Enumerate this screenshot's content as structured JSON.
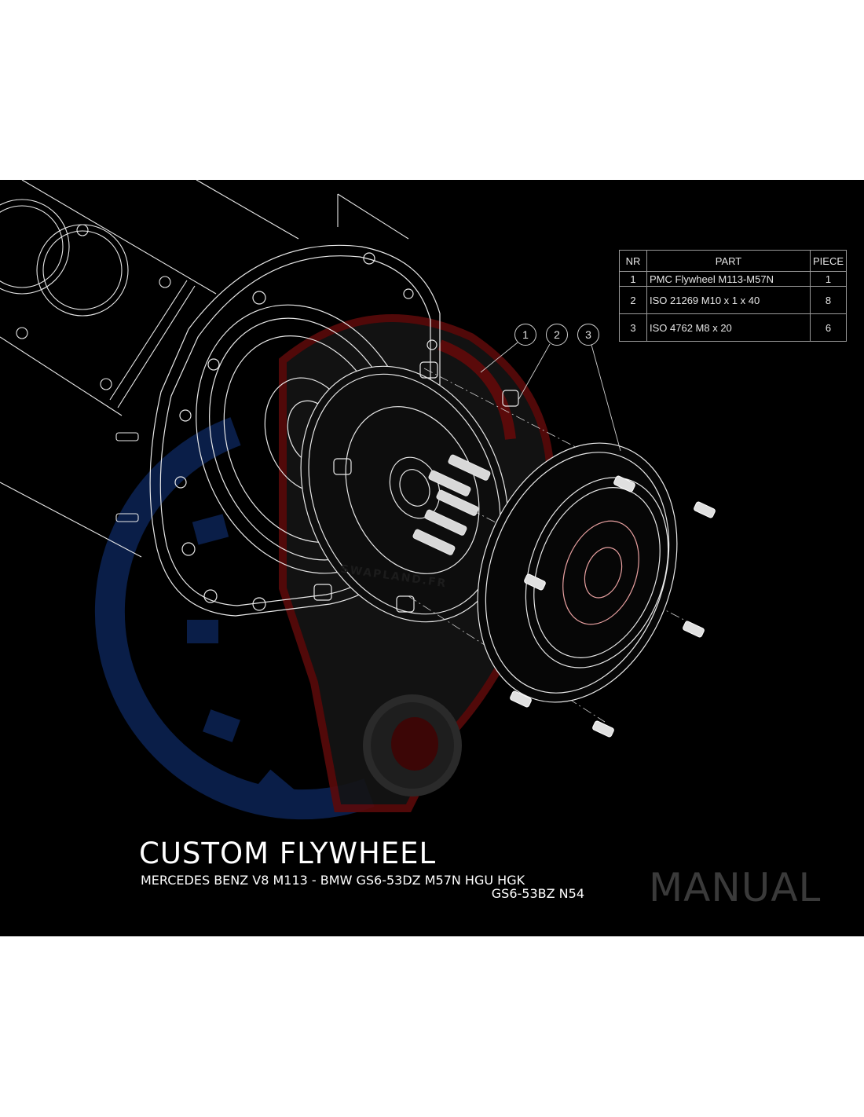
{
  "document": {
    "title": "CUSTOM FLYWHEEL",
    "subtitle_line1": "MERCEDES BENZ V8 M113 - BMW GS6-53DZ M57N HGU HGK",
    "subtitle_line2": "GS6-53BZ N54",
    "badge": "MANUAL",
    "watermark": "SWAPLAND.FR"
  },
  "parts_table": {
    "headers": {
      "nr": "NR",
      "part": "PART",
      "piece": "PIECE"
    },
    "rows": [
      {
        "nr": "1",
        "part": "PMC Flywheel M113-M57N",
        "piece": "1"
      },
      {
        "nr": "2",
        "part": "ISO 21269 M10 x 1 x 40",
        "piece": "8"
      },
      {
        "nr": "3",
        "part": "ISO 4762 M8 x 20",
        "piece": "6"
      }
    ]
  },
  "callouts": [
    "1",
    "2",
    "3"
  ],
  "colors": {
    "background": "#000000",
    "line": "#e8e8e8",
    "logo_blue": "#0a1e48",
    "logo_red": "#5a0a0a",
    "badge_text": "#3a3a3a"
  }
}
